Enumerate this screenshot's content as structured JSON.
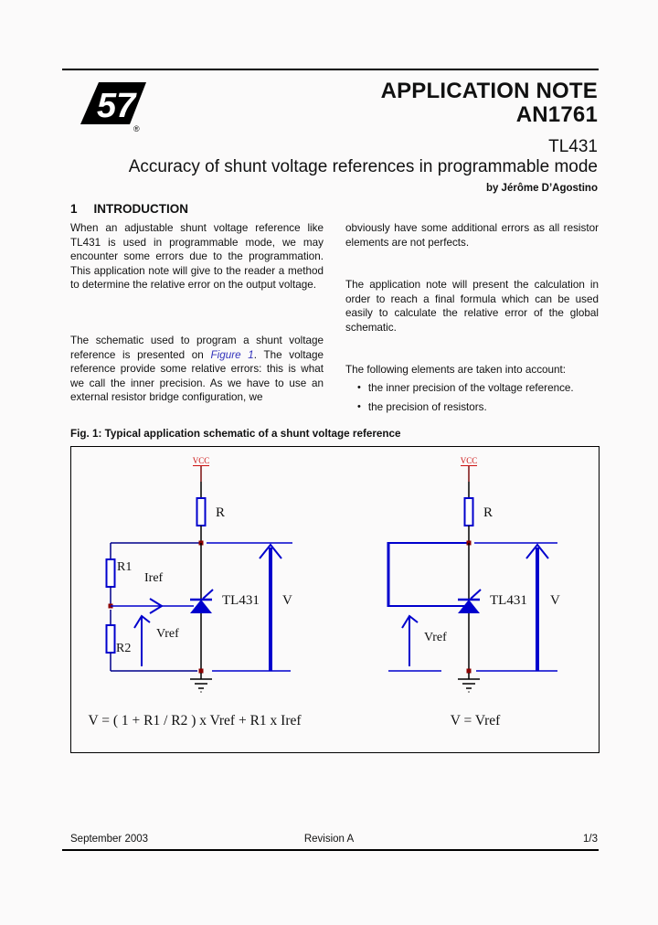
{
  "header": {
    "logo_text": "57",
    "logo_reg": "®",
    "doc_type": "APPLICATION NOTE",
    "doc_number": "AN1761",
    "part": "TL431",
    "title": "Accuracy of shunt voltage references in programmable mode",
    "byline": "by Jérôme D’Agostino"
  },
  "section": {
    "number": "1",
    "heading": "INTRODUCTION"
  },
  "left_column": {
    "para1": "When an adjustable shunt voltage reference like TL431 is used in programmable mode, we may encounter some errors due to the programmation. This application note will give to the reader a method to determine the relative error on the output voltage.",
    "para2_before": "The schematic used to program a shunt voltage reference is presented on ",
    "figure_link": "Figure 1",
    "para2_after": ". The voltage reference provide some relative errors: this is what we call the inner precision. As we have to use an external resistor bridge configuration, we"
  },
  "right_column": {
    "para1": "obviously have some additional errors as all resistor elements are not perfects.",
    "para2": "The application note will present the calculation in order to reach a final formula which can be used easily to calculate the relative error of the global schematic.",
    "para3": "The following elements are taken into account:",
    "bullet_glyph": "•",
    "bullets": [
      "the inner precision of the voltage reference.",
      "the precision of resistors."
    ]
  },
  "figure": {
    "caption": "Fig. 1: Typical application schematic of a shunt voltage reference",
    "labels": {
      "vcc": "VCC",
      "r": "R",
      "r1": "R1",
      "r2": "R2",
      "iref": "Iref",
      "vref": "Vref",
      "tl431": "TL431",
      "v": "V"
    },
    "left_formula": "V = ( 1 + R1 / R2 ) x Vref + R1 x Iref",
    "right_formula": "V = Vref"
  },
  "footer": {
    "date": "September 2003",
    "revision": "Revision A",
    "page_num": "1/3"
  },
  "colors": {
    "wire_blue": "#0000cd",
    "wire_dark": "#00008b",
    "node_red": "#8b0000",
    "vcc_red": "#cc1111"
  }
}
